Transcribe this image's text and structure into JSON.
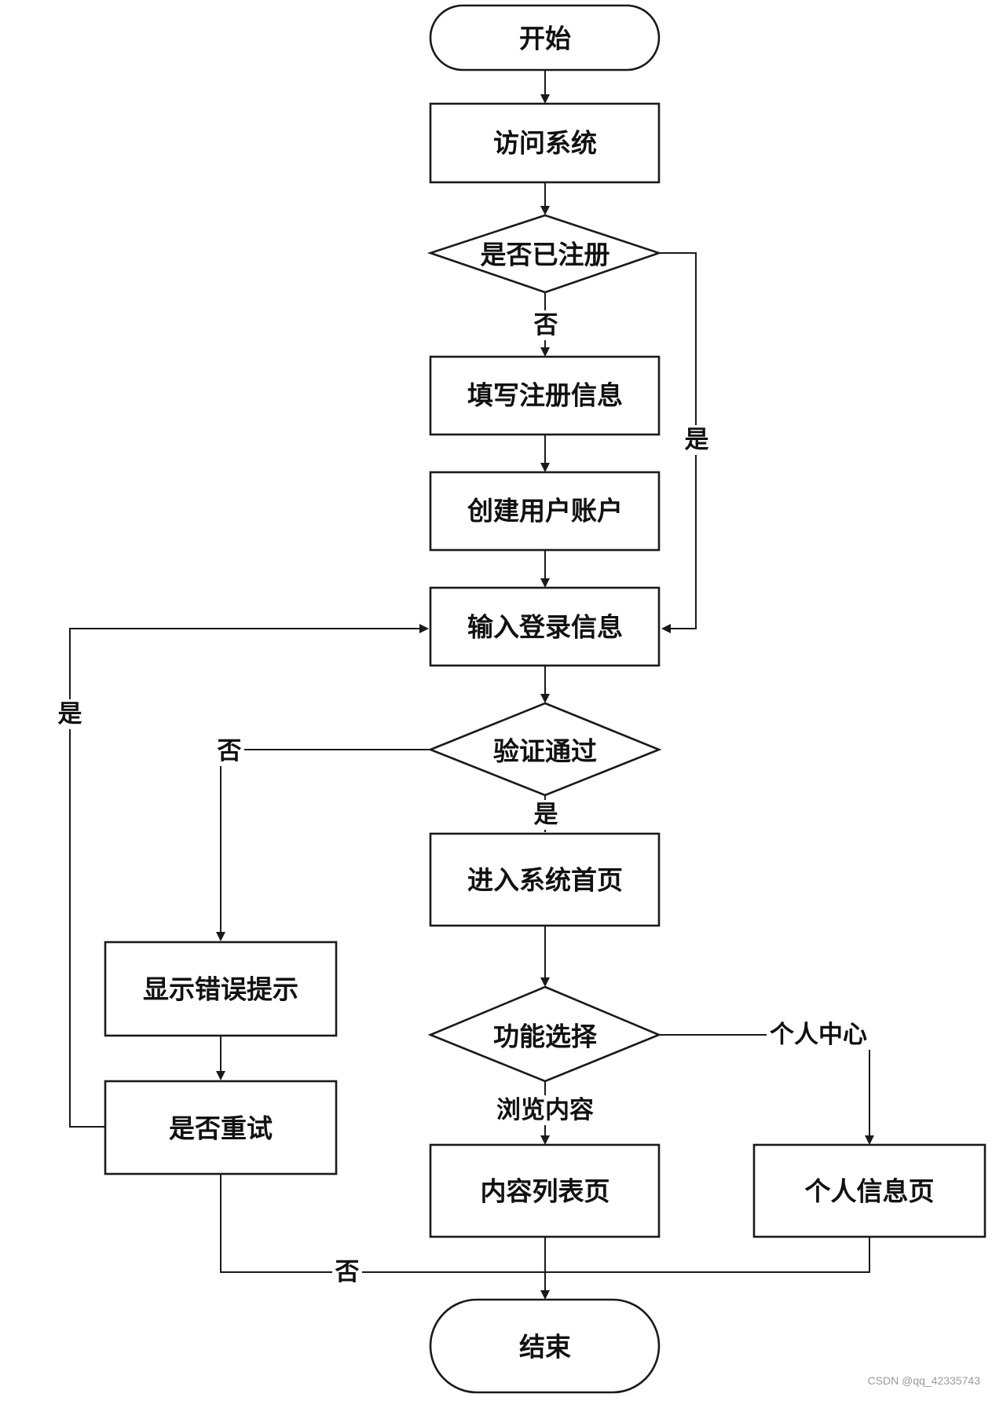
{
  "nodes": {
    "start": "开始",
    "visit_system": "访问系统",
    "is_registered": "是否已注册",
    "fill_registration": "填写注册信息",
    "create_account": "创建用户账户",
    "enter_login": "输入登录信息",
    "verify_passed": "验证通过",
    "enter_home": "进入系统首页",
    "show_error": "显示错误提示",
    "retry": "是否重试",
    "function_select": "功能选择",
    "content_list": "内容列表页",
    "profile_page": "个人信息页",
    "end": "结束"
  },
  "edge_labels": {
    "registered_no": "否",
    "registered_yes": "是",
    "verify_no": "否",
    "verify_yes": "是",
    "retry_yes": "是",
    "retry_no": "否",
    "browse_content": "浏览内容",
    "personal_center": "个人中心"
  },
  "watermark": "CSDN @qq_42335743",
  "colors": {
    "stroke": "#1a1a1a",
    "fill": "#ffffff",
    "text": "#111111"
  }
}
